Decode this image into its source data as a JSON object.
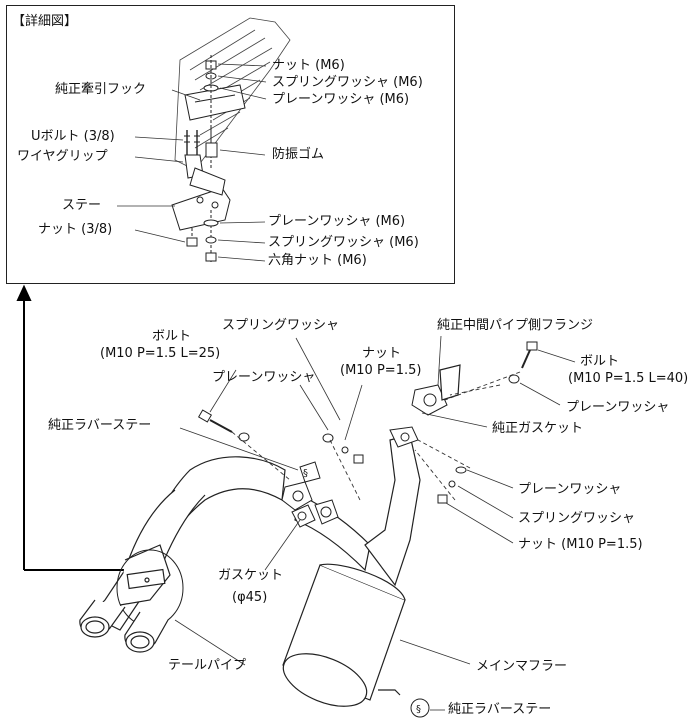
{
  "detail": {
    "title": "【詳細図】",
    "labels": {
      "nut_m6_top": "ナット (M6)",
      "spring_washer_m6_top": "スプリングワッシャ (M6)",
      "plain_washer_m6_top": "プレーンワッシャ (M6)",
      "genuine_tow_hook": "純正牽引フック",
      "u_bolt": "Uボルト (3/8)",
      "wire_grip": "ワイヤグリップ",
      "rubber_mount": "防振ゴム",
      "stay": "ステー",
      "nut_3_8": "ナット (3/8)",
      "plain_washer_m6_bottom": "プレーンワッシャ (M6)",
      "spring_washer_m6_bottom": "スプリングワッシャ (M6)",
      "hex_nut_m6": "六角ナット (M6)"
    }
  },
  "main": {
    "labels": {
      "spring_washer_center": "スプリングワッシャ",
      "bolt_left": "ボルト",
      "bolt_left_spec": "(M10 P=1.5 L=25)",
      "nut_center": "ナット",
      "nut_center_spec": "(M10 P=1.5)",
      "plain_washer_center": "プレーンワッシャ",
      "genuine_mid_pipe_flange": "純正中間パイプ側フランジ",
      "bolt_right": "ボルト",
      "bolt_right_spec": "(M10 P=1.5 L=40)",
      "plain_washer_right_top": "プレーンワッシャ",
      "genuine_gasket": "純正ガスケット",
      "genuine_rubber_stay_left": "純正ラバーステー",
      "plain_washer_right": "プレーンワッシャ",
      "spring_washer_right": "スプリングワッシャ",
      "nut_right_spec": "ナット (M10 P=1.5)",
      "gasket": "ガスケット",
      "gasket_size": "(φ45)",
      "tail_pipe": "テールパイプ",
      "main_muffler": "メインマフラー",
      "genuine_rubber_stay_bottom": "純正ラバーステー"
    }
  }
}
